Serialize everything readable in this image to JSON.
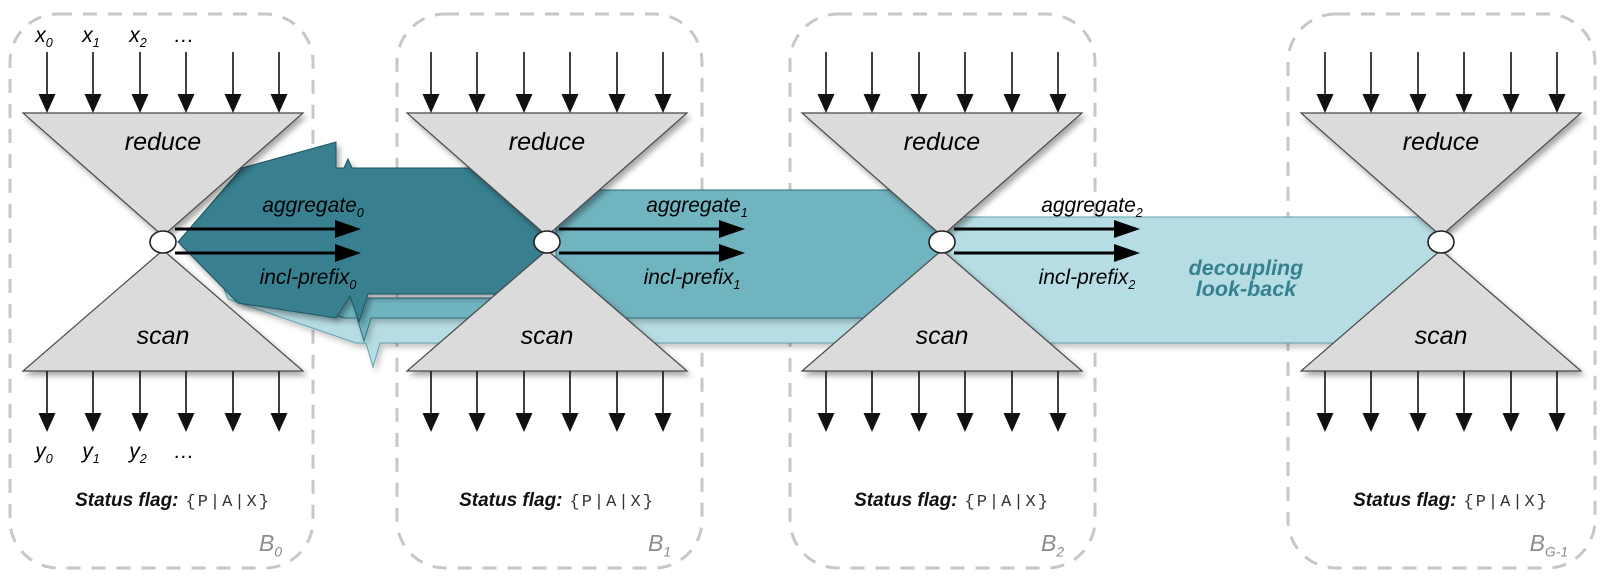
{
  "palette": {
    "lookback_dark": "#38808f",
    "lookback_medium": "#6fb4c0",
    "lookback_light": "#b6dde3",
    "triangle_fill": "#dbdbdb",
    "accent_text": "#36818f",
    "border_dash": "#c7c7c7",
    "block_label_gray": "#8c8c8c"
  },
  "blocks": [
    {
      "id": {
        "base": "B",
        "sub": "0"
      },
      "reduce": "reduce",
      "scan": "scan",
      "status": {
        "label": "Status flag:",
        "value": "{P|A|X}"
      },
      "inputs": [
        {
          "base": "x",
          "sub": "0"
        },
        {
          "base": "x",
          "sub": "1"
        },
        {
          "base": "x",
          "sub": "2"
        },
        {
          "base": "…",
          "sub": ""
        }
      ],
      "outputs": [
        {
          "base": "y",
          "sub": "0"
        },
        {
          "base": "y",
          "sub": "1"
        },
        {
          "base": "y",
          "sub": "2"
        },
        {
          "base": "…",
          "sub": ""
        }
      ]
    },
    {
      "id": {
        "base": "B",
        "sub": "1"
      },
      "reduce": "reduce",
      "scan": "scan",
      "status": {
        "label": "Status flag:",
        "value": "{P|A|X}"
      }
    },
    {
      "id": {
        "base": "B",
        "sub": "2"
      },
      "reduce": "reduce",
      "scan": "scan",
      "status": {
        "label": "Status flag:",
        "value": "{P|A|X}"
      }
    },
    {
      "id": {
        "base": "B",
        "sub": "G-1"
      },
      "reduce": "reduce",
      "scan": "scan",
      "status": {
        "label": "Status flag:",
        "value": "{P|A|X}"
      }
    }
  ],
  "signals": [
    {
      "aggregate": {
        "base": "aggregate",
        "sub": "0"
      },
      "incl_prefix": {
        "base": "incl-prefix",
        "sub": "0"
      }
    },
    {
      "aggregate": {
        "base": "aggregate",
        "sub": "1"
      },
      "incl_prefix": {
        "base": "incl-prefix",
        "sub": "1"
      }
    },
    {
      "aggregate": {
        "base": "aggregate",
        "sub": "2"
      },
      "incl_prefix": {
        "base": "incl-prefix",
        "sub": "2"
      }
    }
  ],
  "lookback": {
    "line1": "decoupling",
    "line2": "look-back"
  }
}
